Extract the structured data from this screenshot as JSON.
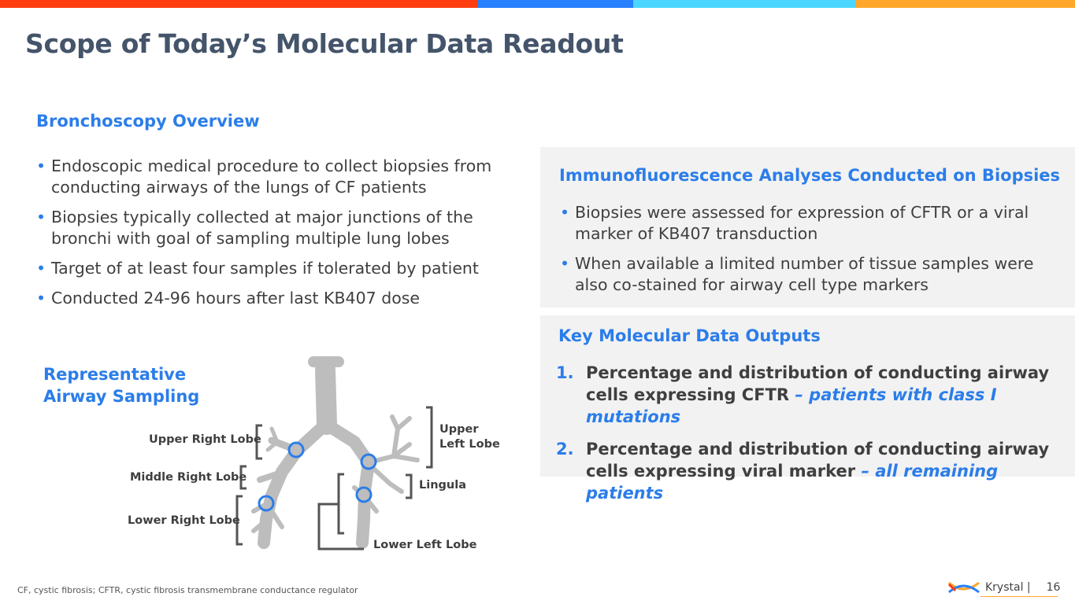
{
  "colors": {
    "red": "#ff3d0f",
    "blue": "#2680ff",
    "cyan": "#4ad6ff",
    "orange": "#ffa62b",
    "accent": "#2b7de9"
  },
  "title": "Scope of Today’s Molecular Data Readout",
  "overview": {
    "heading": "Bronchoscopy Overview",
    "bullets": [
      "Endoscopic medical procedure to collect biopsies from conducting airways of the lungs of CF patients",
      "Biopsies typically collected at major junctions of the bronchi with goal of sampling multiple lung lobes",
      "Target of at least four samples if tolerated by patient",
      "Conducted 24-96 hours after last KB407 dose"
    ]
  },
  "sampling": {
    "heading_line1": "Representative",
    "heading_line2": "Airway Sampling",
    "labels": {
      "url": "Upper Right Lobe",
      "mrl": "Middle Right Lobe",
      "lrl": "Lower Right Lobe",
      "ull1": "Upper",
      "ull2": "Left Lobe",
      "lingula": "Lingula",
      "lll": "Lower Left Lobe"
    }
  },
  "immuno": {
    "heading": "Immunofluorescence Analyses Conducted on Biopsies",
    "bullets": [
      "Biopsies were assessed for expression of CFTR or a viral marker of KB407 transduction",
      "When available a limited number of tissue samples were also co-stained for airway cell type markers"
    ]
  },
  "outputs": {
    "heading": "Key Molecular Data Outputs",
    "items": [
      {
        "num": "1.",
        "text": "Percentage and distribution of conducting airway cells expressing CFTR ",
        "emph": "– patients with class I mutations"
      },
      {
        "num": "2.",
        "text": "Percentage and distribution of conducting airway cells expressing viral marker ",
        "emph": "– all remaining patients"
      }
    ]
  },
  "footnote": "CF, cystic fibrosis; CFTR, cystic fibrosis transmembrane conductance regulator",
  "footer": {
    "brand": "Krystal |",
    "page": "16"
  }
}
